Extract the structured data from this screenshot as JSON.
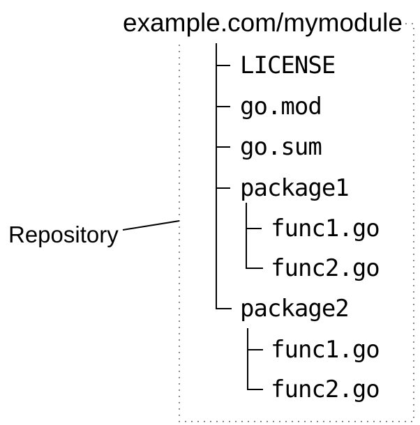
{
  "diagram": {
    "title": "example.com/mymodule",
    "callout_label": "Repository",
    "tree": {
      "items": [
        {
          "label": "LICENSE",
          "level": 1
        },
        {
          "label": "go.mod",
          "level": 1
        },
        {
          "label": "go.sum",
          "level": 1
        },
        {
          "label": "package1",
          "level": 1
        },
        {
          "label": "func1.go",
          "level": 2
        },
        {
          "label": "func2.go",
          "level": 2
        },
        {
          "label": "package2",
          "level": 1
        },
        {
          "label": "func1.go",
          "level": 2
        },
        {
          "label": "func2.go",
          "level": 2
        }
      ]
    },
    "colors": {
      "background": "#ffffff",
      "text": "#000000",
      "tree_lines": "#000000",
      "dotted_border": "#8a8a8a"
    }
  }
}
